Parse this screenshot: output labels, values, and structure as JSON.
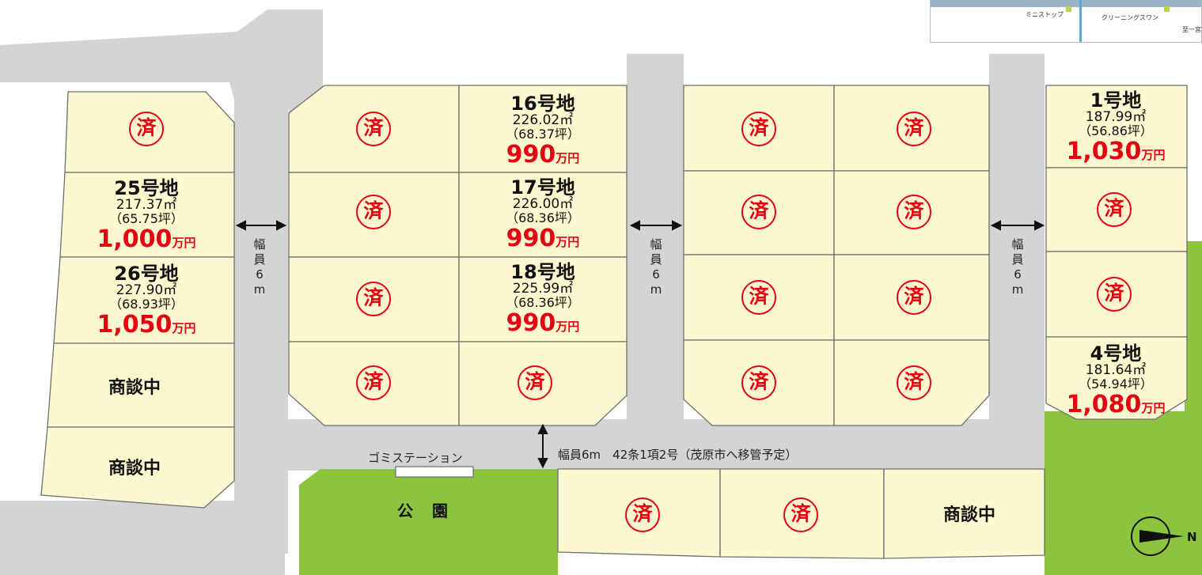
{
  "plan": {
    "lots_sold": [
      {
        "key": "left-top",
        "mark": "済"
      },
      {
        "key": "b1-r1-left",
        "mark": "済"
      },
      {
        "key": "b1-r2-left",
        "mark": "済"
      },
      {
        "key": "b1-r3-left",
        "mark": "済"
      },
      {
        "key": "b1-r4-left",
        "mark": "済"
      },
      {
        "key": "b1-r4-right",
        "mark": "済"
      },
      {
        "key": "b2-r1-left",
        "mark": "済"
      },
      {
        "key": "b2-r1-right",
        "mark": "済"
      },
      {
        "key": "b2-r2-left",
        "mark": "済"
      },
      {
        "key": "b2-r2-right",
        "mark": "済"
      },
      {
        "key": "b2-r3-left",
        "mark": "済"
      },
      {
        "key": "b2-r3-right",
        "mark": "済"
      },
      {
        "key": "b2-r4-left",
        "mark": "済"
      },
      {
        "key": "b2-r4-right",
        "mark": "済"
      },
      {
        "key": "right-2",
        "mark": "済"
      },
      {
        "key": "right-3",
        "mark": "済"
      },
      {
        "key": "bottom-1",
        "mark": "済"
      },
      {
        "key": "bottom-2",
        "mark": "済"
      }
    ],
    "lots_available": [
      {
        "key": "lot-16",
        "number": "16号地",
        "area": "226.02㎡",
        "tsubo": "（68.37坪）",
        "price": "990",
        "unit": "万円"
      },
      {
        "key": "lot-17",
        "number": "17号地",
        "area": "226.00㎡",
        "tsubo": "（68.36坪）",
        "price": "990",
        "unit": "万円"
      },
      {
        "key": "lot-18",
        "number": "18号地",
        "area": "225.99㎡",
        "tsubo": "（68.36坪）",
        "price": "990",
        "unit": "万円"
      },
      {
        "key": "lot-25",
        "number": "25号地",
        "area": "217.37㎡",
        "tsubo": "（65.75坪）",
        "price": "1,000",
        "unit": "万円"
      },
      {
        "key": "lot-26",
        "number": "26号地",
        "area": "227.90㎡",
        "tsubo": "（68.93坪）",
        "price": "1,050",
        "unit": "万円"
      },
      {
        "key": "lot-1",
        "number": "1号地",
        "area": "187.99㎡",
        "tsubo": "（56.86坪）",
        "price": "1,030",
        "unit": "万円"
      },
      {
        "key": "lot-4",
        "number": "4号地",
        "area": "181.64㎡",
        "tsubo": "（54.94坪）",
        "price": "1,080",
        "unit": "万円"
      }
    ],
    "lots_negotiating": [
      {
        "key": "left-nego-1",
        "label": "商談中"
      },
      {
        "key": "left-nego-2",
        "label": "商談中"
      },
      {
        "key": "bottom-nego",
        "label": "商談中"
      }
    ],
    "road_width_vertical": [
      "幅",
      "員",
      "6",
      "m"
    ],
    "road_label_main": "幅員6m　42条1項2号（茂原市へ移管予定）",
    "garbage_station": "ゴミステーション",
    "park": "公園",
    "north_letter": "N"
  },
  "inset_map": {
    "poi_1": "ミニストップ",
    "poi_2": "クリーニングスワン",
    "poi_3": "至一宮"
  },
  "colors": {
    "lot": "#fdf8cf",
    "road": "#d4d4d5",
    "park": "#8dc43f",
    "sold_red": "#e50012"
  }
}
